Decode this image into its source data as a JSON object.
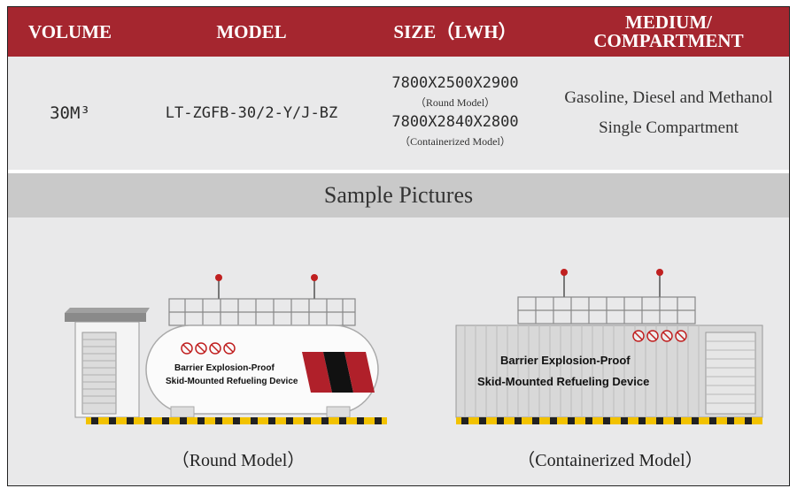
{
  "header": {
    "volume": "VOLUME",
    "model": "MODEL",
    "size": "SIZE（LWH）",
    "medium_line1": "MEDIUM/",
    "medium_line2": "COMPARTMENT"
  },
  "row": {
    "volume": "30M³",
    "model": "LT-ZGFB-30/2-Y/J-BZ",
    "size_round": "7800X2500X2900",
    "size_round_note": "（Round Model）",
    "size_container": "7800X2840X2800",
    "size_container_note": "（Containerized Model）",
    "medium_line1": "Gasoline, Diesel and Methanol",
    "medium_line2": "Single Compartment"
  },
  "sample_title": "Sample Pictures",
  "pictures": {
    "round": {
      "label_line1": "Barrier Explosion-Proof",
      "label_line2": "Skid-Mounted Refueling Device",
      "caption": "（Round Model）"
    },
    "container": {
      "label_line1": "Barrier Explosion-Proof",
      "label_line2": "Skid-Mounted Refueling Device",
      "caption": "（Containerized Model）"
    }
  },
  "colors": {
    "header_bg": "#a5262f",
    "row_bg": "#e9e9ea",
    "sample_bar": "#c9c9c9",
    "stripe_red": "#b0202a",
    "hazard_yellow": "#f2c200"
  },
  "icons": [
    "no-smoking-icon",
    "no-fire-icon",
    "no-phone-icon",
    "no-spark-icon"
  ]
}
